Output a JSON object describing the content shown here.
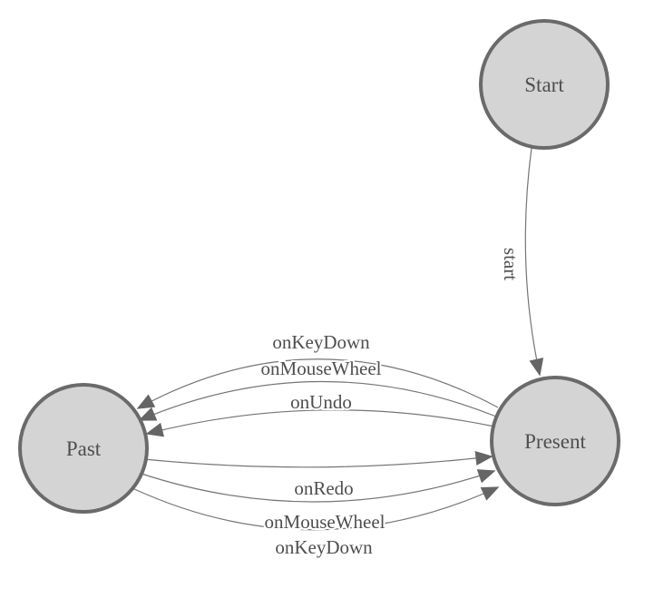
{
  "diagram": {
    "type": "state-machine",
    "background_color": "#ffffff",
    "node_fill_color": "#d4d4d4",
    "node_border_color": "#6a6a6a",
    "edge_color": "#757575",
    "arrow_color": "#656565",
    "label_color": "#4e4e4e",
    "nodes": [
      {
        "id": "start",
        "label": "Start"
      },
      {
        "id": "present",
        "label": "Present"
      },
      {
        "id": "past",
        "label": "Past"
      }
    ],
    "edges": [
      {
        "from": "Start",
        "to": "Present",
        "label": "start"
      },
      {
        "from": "Present",
        "to": "Past",
        "label": "onKeyDown"
      },
      {
        "from": "Present",
        "to": "Past",
        "label": "onMouseWheel"
      },
      {
        "from": "Present",
        "to": "Past",
        "label": "onUndo"
      },
      {
        "from": "Past",
        "to": "Present",
        "label": "onRedo"
      },
      {
        "from": "Past",
        "to": "Present",
        "label": "onMouseWheel"
      },
      {
        "from": "Past",
        "to": "Present",
        "label": "onKeyDown"
      }
    ]
  }
}
